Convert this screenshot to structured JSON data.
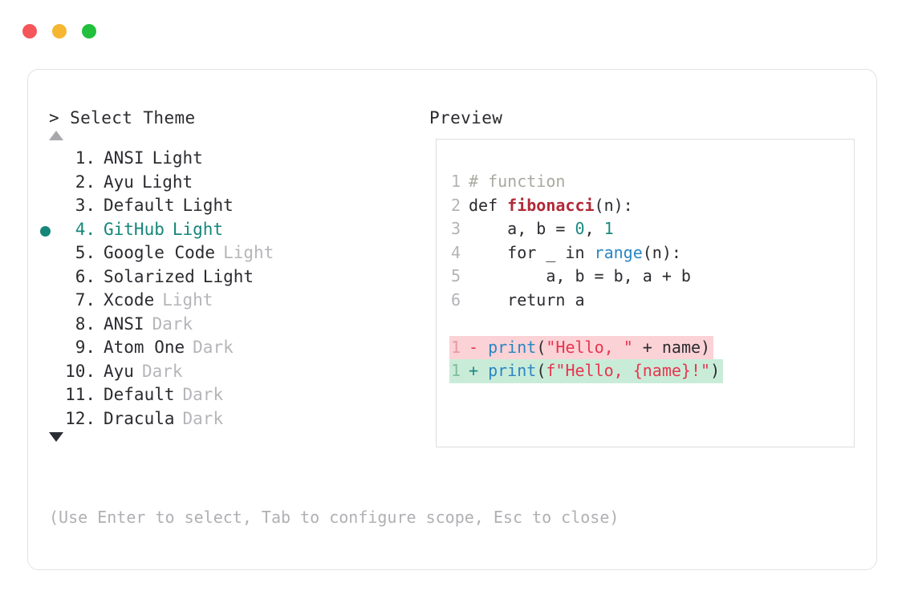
{
  "window": {
    "traffic_lights": [
      {
        "name": "close",
        "color": "#f4565a"
      },
      {
        "name": "minimize",
        "color": "#f5b731"
      },
      {
        "name": "maximize",
        "color": "#22c03c"
      }
    ]
  },
  "accent_color": "#16867a",
  "left_panel": {
    "prompt": "> Select Theme",
    "scroll_up_icon": "triangle-up-icon",
    "scroll_down_icon": "triangle-down-icon",
    "items": [
      {
        "index": " 1.",
        "name": "ANSI",
        "variant": "Light",
        "variant_dim": false,
        "selected": false
      },
      {
        "index": " 2.",
        "name": "Ayu",
        "variant": "Light",
        "variant_dim": false,
        "selected": false
      },
      {
        "index": " 3.",
        "name": "Default",
        "variant": "Light",
        "variant_dim": false,
        "selected": false
      },
      {
        "index": " 4.",
        "name": "GitHub",
        "variant": "Light",
        "variant_dim": false,
        "selected": true
      },
      {
        "index": " 5.",
        "name": "Google Code",
        "variant": "Light",
        "variant_dim": true,
        "selected": false
      },
      {
        "index": " 6.",
        "name": "Solarized",
        "variant": "Light",
        "variant_dim": false,
        "selected": false
      },
      {
        "index": " 7.",
        "name": "Xcode",
        "variant": "Light",
        "variant_dim": true,
        "selected": false
      },
      {
        "index": " 8.",
        "name": "ANSI",
        "variant": "Dark",
        "variant_dim": true,
        "selected": false
      },
      {
        "index": " 9.",
        "name": "Atom One",
        "variant": "Dark",
        "variant_dim": true,
        "selected": false
      },
      {
        "index": "10.",
        "name": "Ayu",
        "variant": "Dark",
        "variant_dim": true,
        "selected": false
      },
      {
        "index": "11.",
        "name": "Default",
        "variant": "Dark",
        "variant_dim": true,
        "selected": false
      },
      {
        "index": "12.",
        "name": "Dracula",
        "variant": "Dark",
        "variant_dim": true,
        "selected": false
      }
    ]
  },
  "right_panel": {
    "title": "Preview",
    "code_lines": [
      {
        "n": "1",
        "text": "# function"
      },
      {
        "n": "2",
        "text": "def fibonacci(n):"
      },
      {
        "n": "3",
        "text": "    a, b = 0, 1"
      },
      {
        "n": "4",
        "text": "    for _ in range(n):"
      },
      {
        "n": "5",
        "text": "        a, b = b, a + b"
      },
      {
        "n": "6",
        "text": "    return a"
      }
    ],
    "diff": [
      {
        "n": "1",
        "sign": "-",
        "text": "print(\"Hello, \" + name)",
        "type": "removed",
        "bg": "#fbd2d6"
      },
      {
        "n": "1",
        "sign": "+",
        "text": "print(f\"Hello, {name}!\")",
        "type": "added",
        "bg": "#c9ecd9"
      }
    ]
  },
  "footer": {
    "hint": "(Use Enter to select, Tab to configure scope, Esc to close)"
  }
}
